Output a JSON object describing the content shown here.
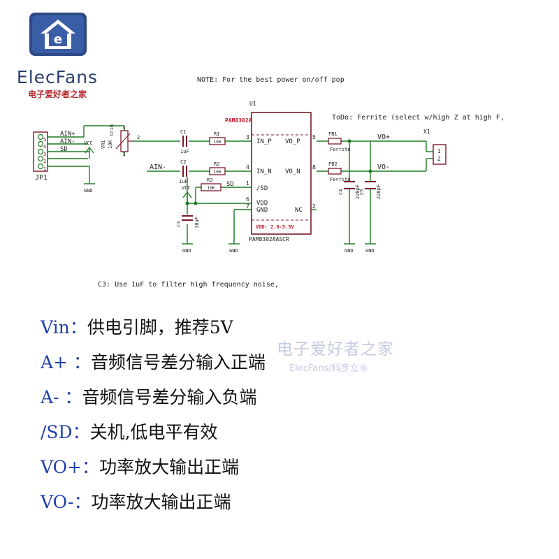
{
  "logo": {
    "brand": "ElecFans",
    "brand_cn": "电子爱好者之家"
  },
  "schematic": {
    "note_top": "NOTE: For the best power on/off pop",
    "todo": "ToDo: Ferrite (select w/high Z at high F,",
    "note_bottom": "C3: Use 1uF to filter high frequency noise,",
    "chip_ref": "U1",
    "chip_name_top": "PAM8302A",
    "chip_name_bottom": "PAM8302AASCR",
    "vdd_range": "VDD: 2.0-5.5V",
    "chip_pins_left": [
      {
        "num": "3",
        "name": "IN_P"
      },
      {
        "num": "4",
        "name": "IN_N"
      },
      {
        "num": "1",
        "name": "/SD"
      },
      {
        "num": "6",
        "name": "VDD"
      },
      {
        "num": "7",
        "name": "GND"
      }
    ],
    "chip_pins_right": [
      {
        "num": "5",
        "name": "VO_P"
      },
      {
        "num": "8",
        "name": "VO_N"
      },
      {
        "num": "2",
        "name": "NC"
      }
    ],
    "header": {
      "ref": "JP1",
      "pins": [
        "5",
        "4",
        "3",
        "2",
        "1"
      ],
      "nets": [
        "AIN+",
        "AIN-",
        "SD"
      ]
    },
    "pot": {
      "ref": "VR1",
      "value": "10K",
      "label": "trim",
      "pins": [
        "1",
        "2",
        "3"
      ]
    },
    "c1": {
      "ref": "C1",
      "value": "1uF"
    },
    "c2": {
      "ref": "C2",
      "value": "1uF"
    },
    "c3": {
      "ref": "C3",
      "value": "10uF"
    },
    "c4": {
      "ref": "C4",
      "value": "220pF"
    },
    "c5": {
      "ref": "C5",
      "value": "220pF"
    },
    "r1": {
      "ref": "R1",
      "value": "100"
    },
    "r2": {
      "ref": "R2",
      "value": "100"
    },
    "r3": {
      "ref": "R3",
      "value": "10K"
    },
    "fb1": {
      "ref": "FB1",
      "value": "Ferrite"
    },
    "fb2": {
      "ref": "FB2",
      "value": "Ferrite"
    },
    "out_conn": {
      "ref": "X1",
      "pins": [
        "1",
        "2"
      ]
    },
    "nets": {
      "vcc": "VCC",
      "gnd": "GND",
      "ain_minus": "AIN-",
      "sd": "SD",
      "vo_plus": "VO+",
      "vo_minus": "VO-"
    }
  },
  "watermark": {
    "cn": "电子爱好者之家",
    "en": "ElecFans/科彦立®"
  },
  "pins": [
    {
      "name": "Vin：",
      "desc": "供电引脚，推荐5V"
    },
    {
      "name": "A+ ：",
      "desc": "音频信号差分输入正端"
    },
    {
      "name": "A- ：",
      "desc": "音频信号差分输入负端"
    },
    {
      "name": "/SD：",
      "desc": "关机,低电平有效"
    },
    {
      "name": "VO+：",
      "desc": "功率放大输出正端"
    },
    {
      "name": "VO-：",
      "desc": "功率放大输出正端"
    }
  ],
  "colors": {
    "wire": "#1d7a22",
    "chip_outline": "#7a1a2a",
    "label_red": "#c0192b",
    "pin_label_blue": "#1f3fa8",
    "brand_blue": "#2a3f6e"
  }
}
